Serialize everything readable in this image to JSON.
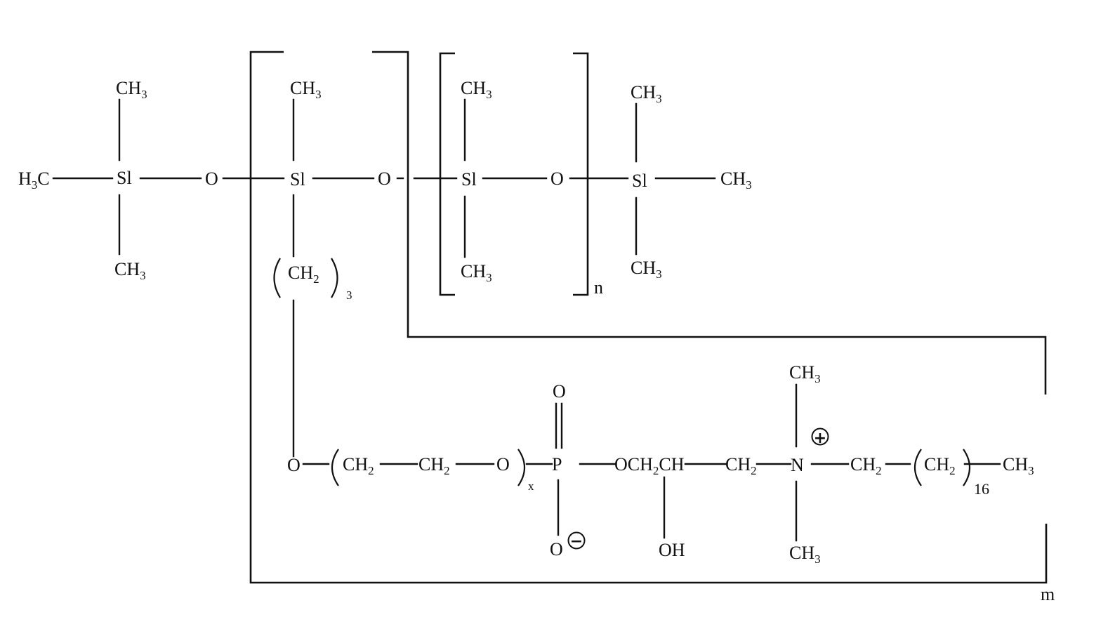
{
  "labels": {
    "ch3_t1": "CH",
    "ch3_t2": "CH",
    "ch3_t3": "CH",
    "ch3_t4": "CH",
    "ch3_b1": "CH",
    "ch3_b3": "CH",
    "ch3_b4": "CH",
    "ch3_r": "CH",
    "ch3_n_top": "CH",
    "ch3_n_bot": "CH",
    "ch3_end": "CH",
    "h3c_h": "H",
    "h3c_c": "C",
    "si1": "Sl",
    "si2": "Sl",
    "si3": "Sl",
    "si4": "Sl",
    "o1": "O",
    "o2": "O",
    "o3": "O",
    "ch2_link": "CH",
    "o_chain": "O",
    "ch2_a": "CH",
    "ch2_b": "CH",
    "o_peg": "O",
    "p": "P",
    "o_dbl": "O",
    "o_neg": "O",
    "och2ch_a": "OCH",
    "och2ch_b": "CH",
    "oh": "OH",
    "ch2_c": "CH",
    "n": "N",
    "ch2_d": "CH",
    "ch2_e": "CH"
  },
  "subscripts": {
    "three": "3",
    "two": "2",
    "sub3_link": "3",
    "x": "x",
    "n": "n",
    "m": "m",
    "sixteen": "16"
  },
  "charges": {
    "plus": "+",
    "minus": "−"
  }
}
